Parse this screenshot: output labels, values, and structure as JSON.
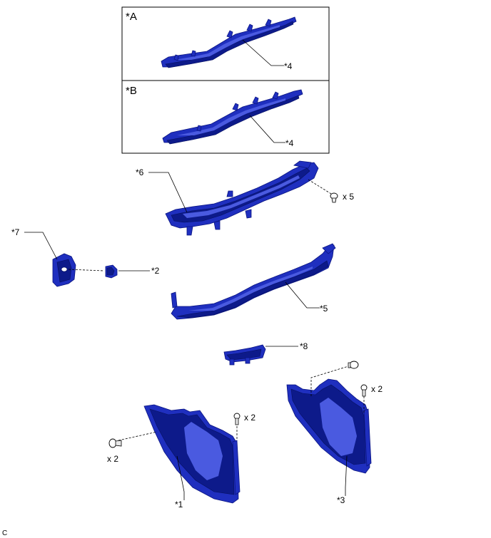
{
  "box_labels": {
    "a": "*A",
    "b": "*B"
  },
  "callouts": {
    "p1": "*1",
    "p2": "*2",
    "p3": "*3",
    "p4a": "*4",
    "p4b": "*4",
    "p5": "*5",
    "p6": "*6",
    "p7": "*7",
    "p8": "*8"
  },
  "quantities": {
    "screws_upper": "x 5",
    "clips_left": "x 2",
    "screws_left": "x 2",
    "screws_right": "x 2"
  },
  "corner_mark": "C",
  "colors": {
    "part": "#1f2fbf",
    "outline": "#0a1480"
  }
}
